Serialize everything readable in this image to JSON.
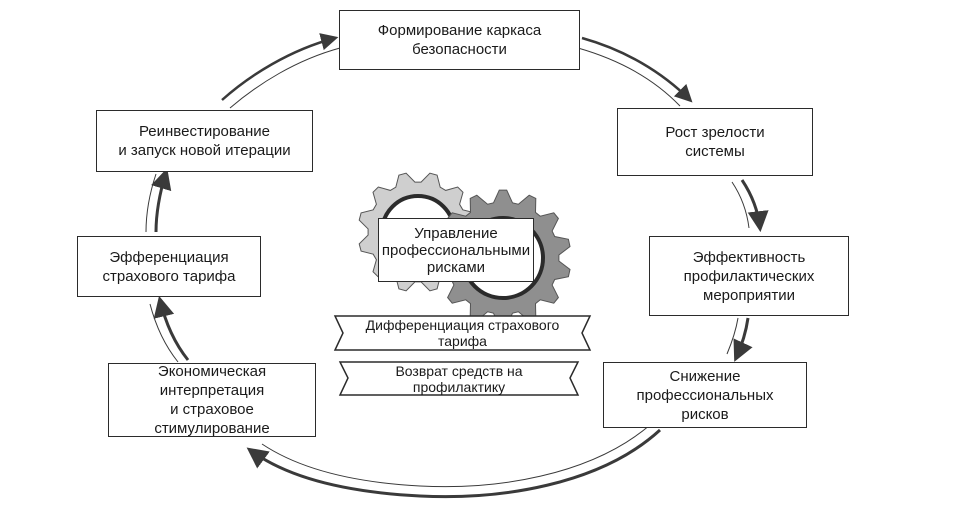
{
  "stages": {
    "formation": {
      "line1": "Формирование каркаса",
      "line2": "безопасности"
    },
    "maturity": {
      "line1": "Рост зрелости",
      "line2": "системы"
    },
    "effectiveness": {
      "line1": "Эффективность",
      "line2": "профилактических",
      "line3": "мероприятии"
    },
    "risk_reduction": {
      "line1": "Снижение",
      "line2": "профессиональных рисков"
    },
    "economic": {
      "line1": "Экономическая",
      "line2": "интерпретация",
      "line3": "и страховое стимулирование"
    },
    "efferentiation": {
      "line1": "Эфференциация",
      "line2": "страхового тарифа"
    },
    "reinvestment": {
      "line1": "Реинвестирование",
      "line2": "и запуск новой итерации"
    }
  },
  "center": {
    "title_line1": "Управление",
    "title_line2": "профессиональными",
    "title_line3": "рисками",
    "ribbon1": "Дифференциация страхового тарифа",
    "ribbon2": "Возврат средств на профилактику"
  },
  "colors": {
    "gear_light": "#cfcfcf",
    "gear_dark": "#8f8f8f",
    "stroke": "#2b2b2b",
    "arrow": "#3a3a3a"
  }
}
